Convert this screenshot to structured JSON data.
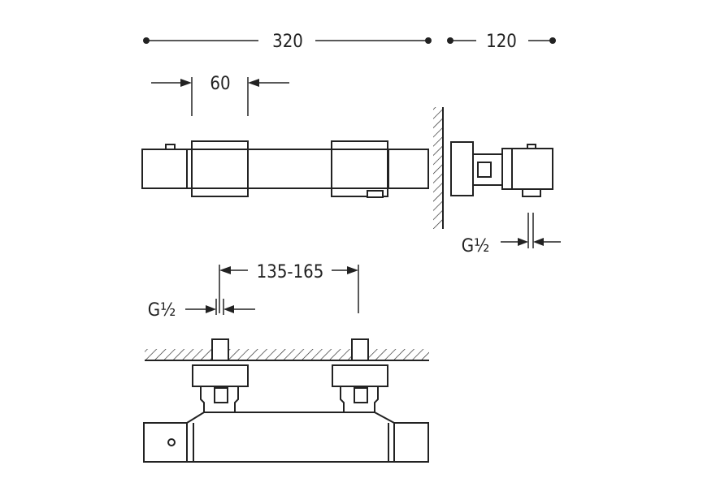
{
  "dimensions": {
    "overall_length": "320",
    "projection": "120",
    "lever_width": "60",
    "centres": "135-165",
    "thread_side": "G½",
    "thread_bottom": "G½"
  }
}
